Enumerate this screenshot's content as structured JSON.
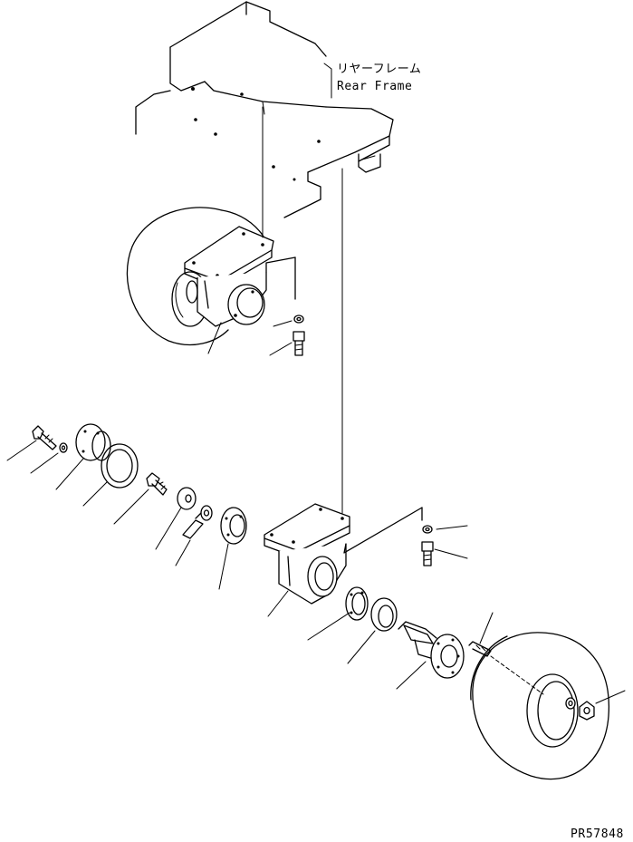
{
  "labels": {
    "rear_frame_jp": "リヤーフレーム",
    "rear_frame_en": "Rear Frame"
  },
  "drawing_code": "PR57848"
}
